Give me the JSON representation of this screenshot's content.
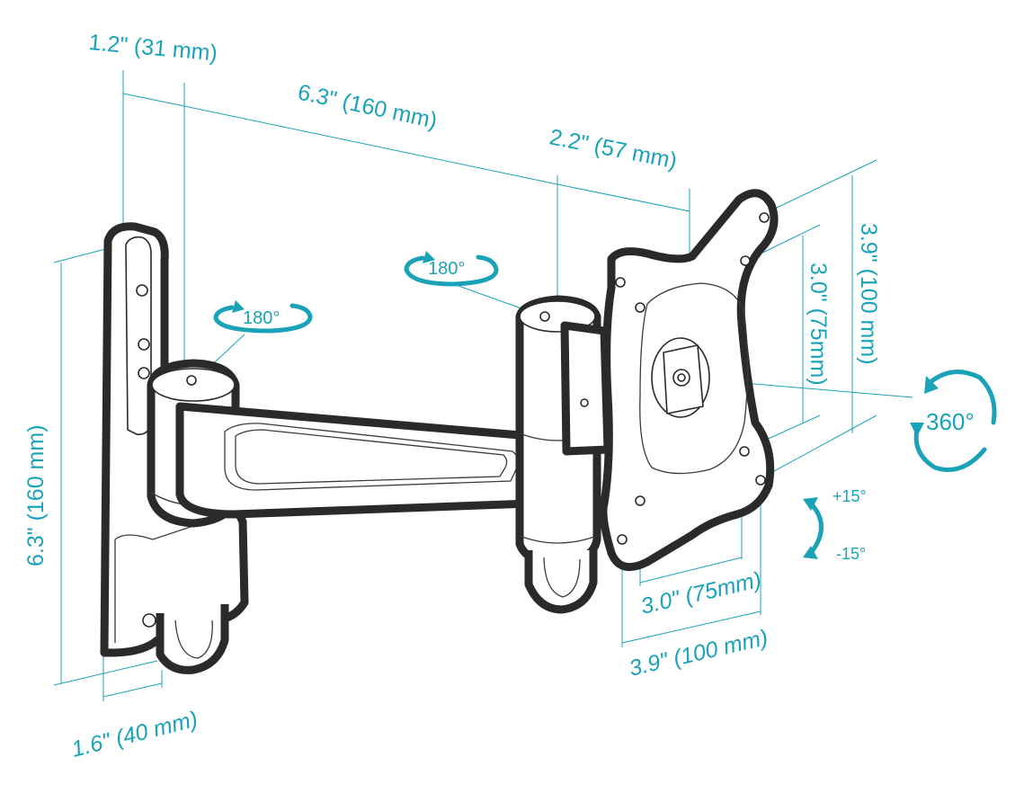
{
  "colors": {
    "accent": "#1aa3b8",
    "line": "#2a2a2a",
    "background": "#ffffff"
  },
  "dimensions": {
    "wall_offset": "1.2\" (31 mm)",
    "arm_length": "6.3\" (160 mm)",
    "head_offset": "2.2\" (57 mm)",
    "plate_height": "6.3\" (160 mm)",
    "plate_width": "1.6\" (40 mm)",
    "vesa_100_v": "3.9\" (100 mm)",
    "vesa_75_v": "3.0\" (75mm)",
    "vesa_75_h": "3.0\" (75mm)",
    "vesa_100_h": "3.9\" (100 mm)"
  },
  "rotations": {
    "wall_joint": "180°",
    "arm_joint": "180°",
    "screen_rotation": "360°",
    "tilt_up": "+15°",
    "tilt_down": "-15°"
  }
}
